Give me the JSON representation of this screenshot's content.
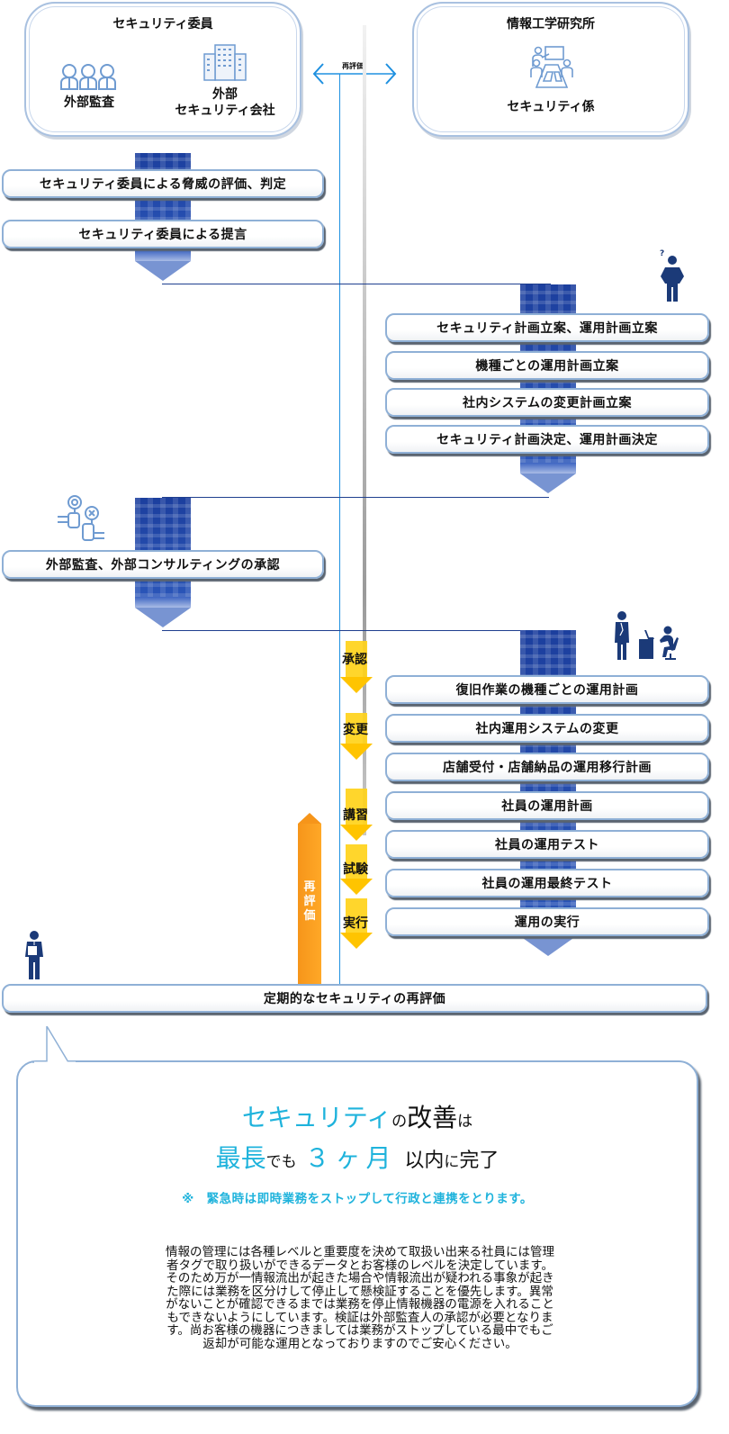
{
  "left_org": {
    "title": "セキュリティ委員",
    "members": [
      {
        "icon": "people-group-icon",
        "label": "外部監査"
      },
      {
        "icon": "office-building-icon",
        "label_line1": "外部",
        "label_line2": "セキュリティ会社"
      }
    ]
  },
  "right_org": {
    "title": "情報工学研究所",
    "icon": "meeting-presentation-icon",
    "label": "セキュリティ係"
  },
  "connector": {
    "label": "再評価"
  },
  "committee_steps": [
    "セキュリティ委員による脅威の評価、判定",
    "セキュリティ委員による提言"
  ],
  "planning_steps": [
    "セキュリティ計画立案、運用計画立案",
    "機種ごとの運用計画立案",
    "社内システムの変更計画立案",
    "セキュリティ計画決定、運用計画決定"
  ],
  "approval_step": "外部監査、外部コンサルティングの承認",
  "phase_labels": [
    "承認",
    "変更",
    "講習",
    "試験",
    "実行"
  ],
  "execution_steps": [
    "復旧作業の機種ごとの運用計画",
    "社内運用システムの変更",
    "店舗受付・店舗納品の運用移行計画",
    "社員の運用計画",
    "社員の運用テスト",
    "社員の運用最終テスト",
    "運用の実行"
  ],
  "reevaluation_arrow_label": "再\n評\n価",
  "final_step": "定期的なセキュリティの再評価",
  "callout": {
    "line1": {
      "a": "セキュリティ",
      "b": "の",
      "c": "改善",
      "d": "は"
    },
    "line2": {
      "a": "最長",
      "b": "でも",
      "c": "３ヶ月",
      "d": "以内",
      "e": "に",
      "f": "完了"
    },
    "note": "※　緊急時は即時業務をストップして行政と連携をとります。",
    "body": "情報の管理には各種レベルと重要度を決めて取扱い出来る社員には管理\n者タグで取り扱いができるデータとお客様のレベルを決定しています。\nそのため万が一情報流出が起きた場合や情報流出が疑われる事象が起き\nた際には業務を区分けして停止して懸検証することを優先します。異常\nがないことが確認できるまでは業務を停止情報機器の電源を入れること\nもできないようにしています。検証は外部監査人の承認が必要となりま\nす。尚お客様の機器につきましては業務がストップしている最中でもご\n返却が可能な運用となっておりますのでご安心ください。"
  },
  "colors": {
    "accent_cyan": "#1fb3dc",
    "flow_blue": "#1c3f9e",
    "phase_yellow": "#ffc400",
    "reeval_orange": "#f6951a",
    "icon_blue_light": "#6f9bd1",
    "icon_navy": "#1b3a78"
  }
}
